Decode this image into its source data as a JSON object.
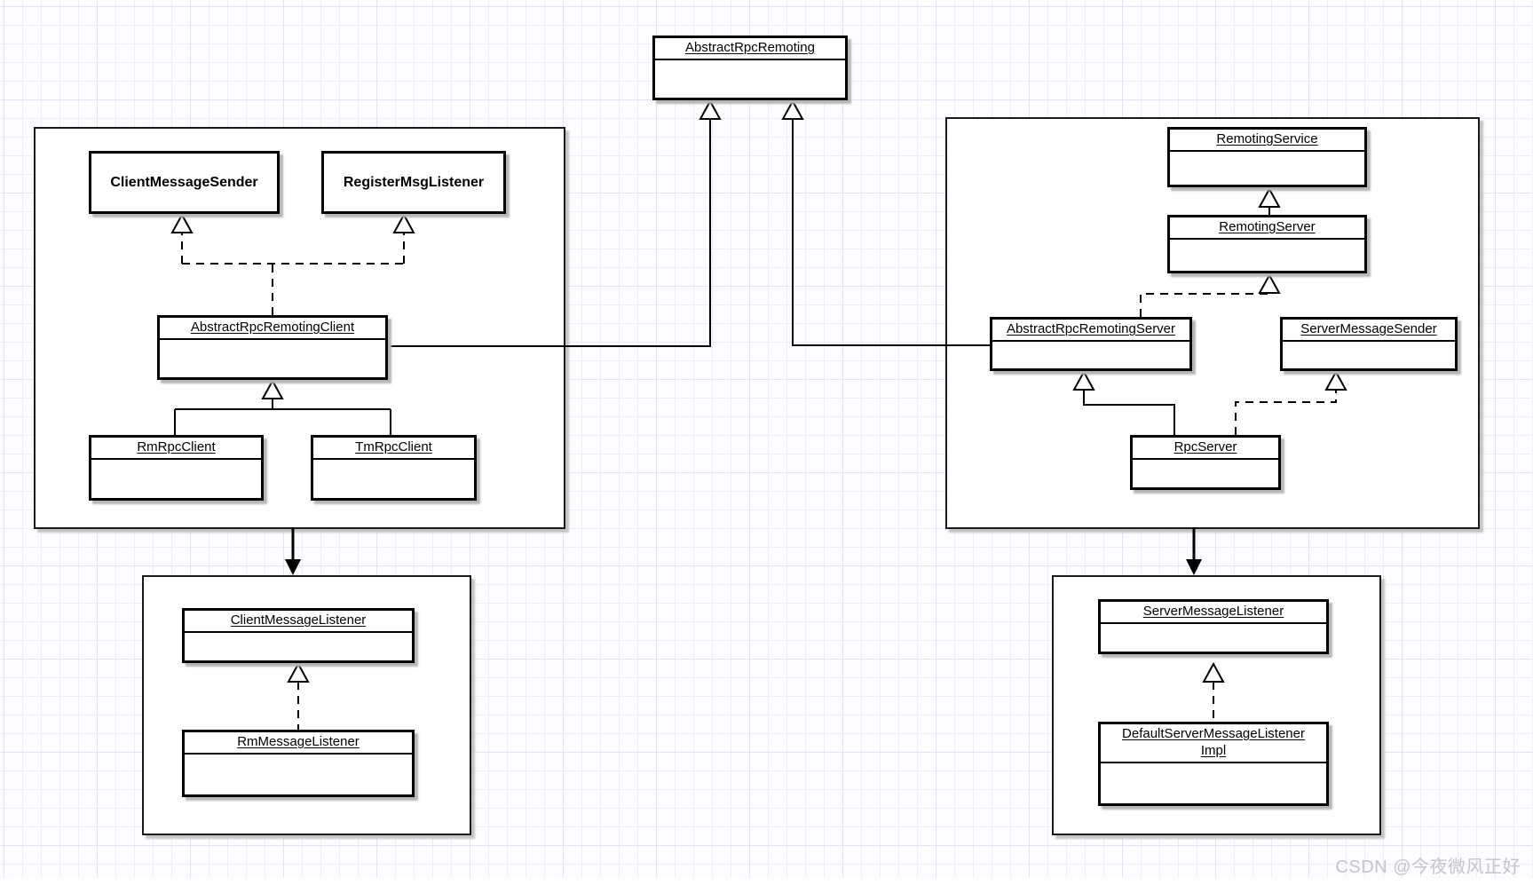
{
  "nodes": {
    "abstract_rpc_remoting": {
      "label": "AbstractRpcRemoting"
    },
    "client_message_sender": {
      "label": "ClientMessageSender"
    },
    "register_msg_listener": {
      "label": "RegisterMsgListener"
    },
    "abstract_rpc_remoting_client": {
      "label": "AbstractRpcRemotingClient"
    },
    "rm_rpc_client": {
      "label": "RmRpcClient"
    },
    "tm_rpc_client": {
      "label": "TmRpcClient"
    },
    "client_message_listener": {
      "label": "ClientMessageListener"
    },
    "rm_message_listener": {
      "label": "RmMessageListener"
    },
    "remoting_service": {
      "label": "RemotingService"
    },
    "remoting_server": {
      "label": "RemotingServer"
    },
    "abstract_rpc_remoting_server": {
      "label": "AbstractRpcRemotingServer"
    },
    "server_message_sender": {
      "label": "ServerMessageSender"
    },
    "rpc_server": {
      "label": "RpcServer"
    },
    "server_message_listener": {
      "label": "ServerMessageListener"
    },
    "default_server_message_listener_impl": {
      "label": "DefaultServerMessageListener",
      "label_line2": "Impl"
    }
  },
  "edges": [
    {
      "from": "AbstractRpcRemotingClient",
      "to": "AbstractRpcRemoting",
      "type": "generalization"
    },
    {
      "from": "AbstractRpcRemotingServer",
      "to": "AbstractRpcRemoting",
      "type": "generalization"
    },
    {
      "from": "AbstractRpcRemotingClient",
      "to": "ClientMessageSender",
      "type": "realization"
    },
    {
      "from": "AbstractRpcRemotingClient",
      "to": "RegisterMsgListener",
      "type": "realization"
    },
    {
      "from": "RmRpcClient",
      "to": "AbstractRpcRemotingClient",
      "type": "generalization"
    },
    {
      "from": "TmRpcClient",
      "to": "AbstractRpcRemotingClient",
      "type": "generalization"
    },
    {
      "from": "RmMessageListener",
      "to": "ClientMessageListener",
      "type": "realization"
    },
    {
      "from": "RemotingServer",
      "to": "RemotingService",
      "type": "generalization"
    },
    {
      "from": "AbstractRpcRemotingServer",
      "to": "RemotingServer",
      "type": "realization"
    },
    {
      "from": "RpcServer",
      "to": "AbstractRpcRemotingServer",
      "type": "generalization"
    },
    {
      "from": "RpcServer",
      "to": "ServerMessageSender",
      "type": "realization"
    },
    {
      "from": "DefaultServerMessageListenerImpl",
      "to": "ServerMessageListener",
      "type": "realization"
    },
    {
      "from": "client-group",
      "to": "client-listener-group",
      "type": "directed-arrow"
    },
    {
      "from": "server-group",
      "to": "server-listener-group",
      "type": "directed-arrow"
    }
  ],
  "watermark": {
    "text": "CSDN @今夜微风正好"
  },
  "colors": {
    "background": "#fdfdff",
    "grid_line": "#ededf8",
    "box_fill": "#ffffff",
    "box_border": "#000000",
    "shadow": "#b5b5b5",
    "watermark": "#c5c5c8"
  }
}
